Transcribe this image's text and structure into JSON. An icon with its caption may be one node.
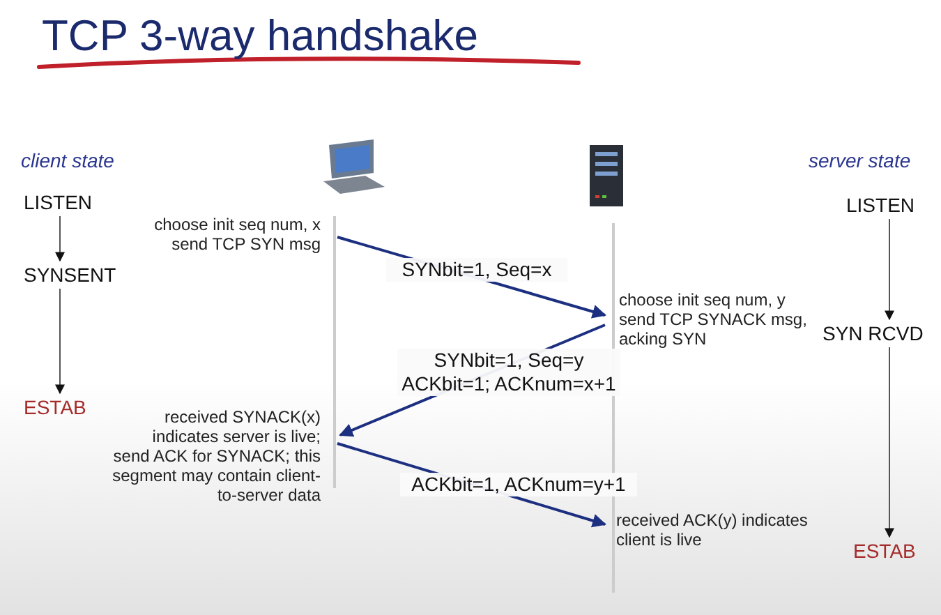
{
  "diagram": {
    "title": "TCP 3-way handshake",
    "nodes": [
      {
        "text": [
          "LISTEN"
        ]
      },
      {
        "text": [
          "SYNSENT"
        ]
      },
      {
        "text": [
          "ESTAB"
        ]
      },
      {
        "text": [
          "LISTEN"
        ]
      },
      {
        "text": [
          "SYN RCVD"
        ]
      },
      {
        "text": [
          "ESTAB"
        ]
      },
      {
        "text": [],
        "shape": "bar"
      },
      {
        "text": [],
        "shape": "bar"
      }
    ],
    "edges": [
      {
        "from": 0,
        "to": 1,
        "arrow": "to"
      },
      {
        "from": 1,
        "to": 2,
        "arrow": "to"
      },
      {
        "from": 3,
        "to": 4,
        "arrow": "to"
      },
      {
        "from": 4,
        "to": 5,
        "arrow": "to"
      },
      {
        "from": 6,
        "to": 7,
        "arrow": "to",
        "label": "SYNbit=1, Seq=x",
        "color": "#1c2f80"
      },
      {
        "from": 7,
        "to": 6,
        "arrow": "to",
        "label": "SYNbit=1, Seq=y ACKbit=1; ACKnum=x+1",
        "color": "#1c2f80"
      },
      {
        "from": 6,
        "to": 7,
        "arrow": "to",
        "label": "ACKbit=1, ACKnum=y+1",
        "color": "#1c2f80"
      }
    ],
    "labels": [
      "client state",
      "server state",
      "choose init seq num, x send TCP SYN msg",
      "choose init seq num, y send TCP SYNACK msg, acking SYN",
      "received SYNACK(x) indicates server is live; send ACK for SYNACK; this segment may contain client-to-server data",
      "received ACK(y) indicates client is live"
    ]
  }
}
